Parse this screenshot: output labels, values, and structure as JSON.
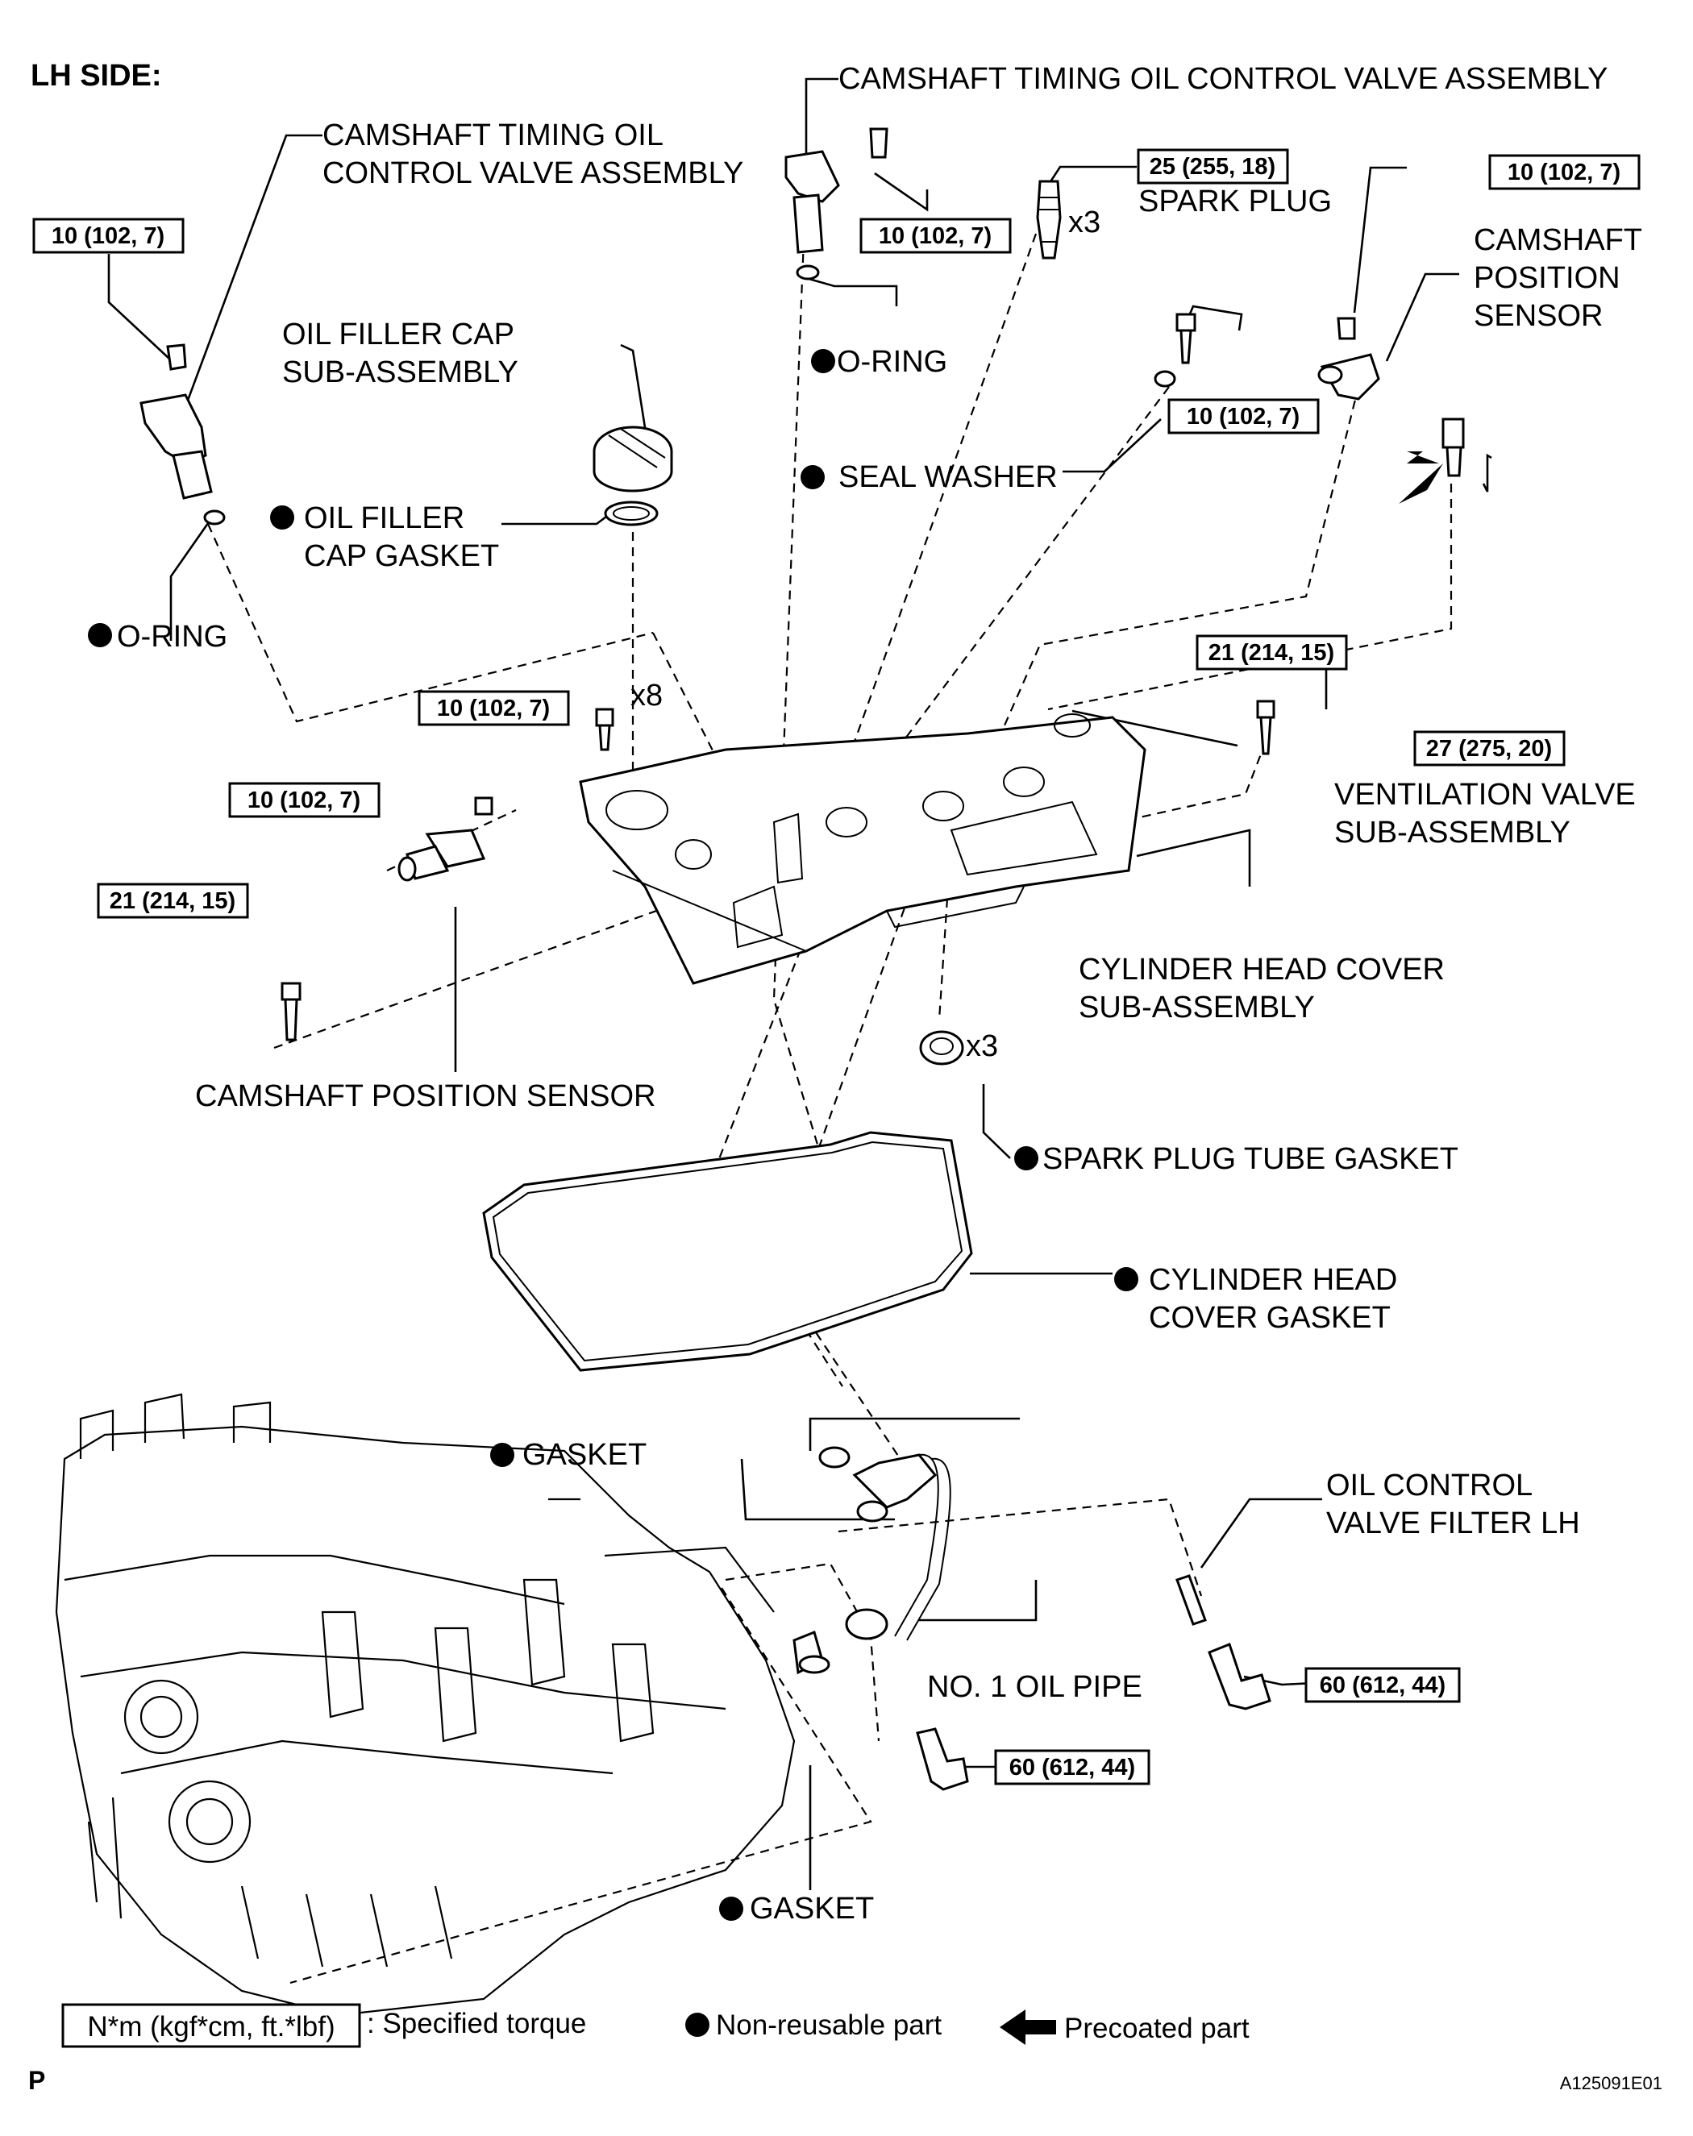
{
  "header": {
    "title": "LH SIDE:"
  },
  "labels": {
    "ocv_left_l1": "CAMSHAFT TIMING OIL",
    "ocv_left_l2": "CONTROL VALVE ASSEMBLY",
    "ocv_top": "CAMSHAFT TIMING OIL CONTROL VALVE ASSEMBLY",
    "spark_plug": "SPARK PLUG",
    "o_ring_top": "O-RING",
    "oil_filler_cap_l1": "OIL FILLER CAP",
    "oil_filler_cap_l2": "SUB-ASSEMBLY",
    "oil_filler_gasket_l1": "OIL FILLER",
    "oil_filler_gasket_l2": "CAP GASKET",
    "seal_washer": "SEAL WASHER",
    "cam_pos_right_l1": "CAMSHAFT",
    "cam_pos_right_l2": "POSITION",
    "cam_pos_right_l3": "SENSOR",
    "o_ring_left": "O-RING",
    "vent_valve_l1": "VENTILATION VALVE",
    "vent_valve_l2": "SUB-ASSEMBLY",
    "head_cover_l1": "CYLINDER HEAD COVER",
    "head_cover_l2": "SUB-ASSEMBLY",
    "cam_pos_left": "CAMSHAFT POSITION SENSOR",
    "spark_tube_gasket": "SPARK PLUG TUBE GASKET",
    "head_cover_gasket_l1": "CYLINDER HEAD",
    "head_cover_gasket_l2": "COVER GASKET",
    "gasket_upper": "GASKET",
    "ocv_filter_l1": "OIL CONTROL",
    "ocv_filter_l2": "VALVE FILTER LH",
    "oil_pipe": "NO. 1 OIL PIPE",
    "gasket_lower": "GASKET"
  },
  "torques": {
    "t_ocv_left": "10 (102, 7)",
    "t_ocv_top": "10 (102, 7)",
    "t_spark_plug": "25 (255, 18)",
    "t_cam_pos_right": "10 (102, 7)",
    "t_seal_washer": "10 (102, 7)",
    "t_cover_bolts": "10 (102, 7)",
    "t_cam_pos_left": "10 (102, 7)",
    "t_stud_right": "21 (214, 15)",
    "t_stud_left": "21 (214, 15)",
    "t_vent_valve": "27 (275, 20)",
    "t_union_right": "60 (612, 44)",
    "t_union_lower": "60 (612, 44)"
  },
  "quantities": {
    "spark_plug": "x3",
    "cover_bolts": "x8",
    "tube_gasket": "x3"
  },
  "legend": {
    "torque_box": "N*m (kgf*cm, ft.*lbf)",
    "torque_text": ": Specified torque",
    "non_reusable": "Non-reusable part",
    "precoated": "Precoated part"
  },
  "footer": {
    "left_mark": "P",
    "figure_id": "A125091E01"
  }
}
